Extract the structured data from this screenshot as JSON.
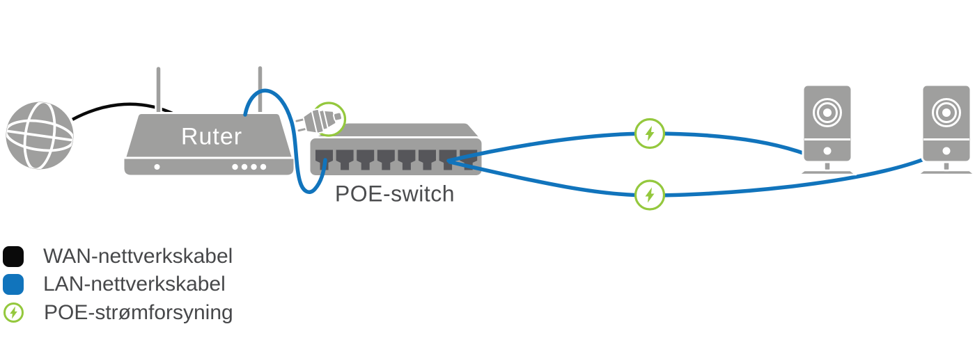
{
  "background_color": "#ffffff",
  "nodes": {
    "internet": {
      "icon": "globe-icon"
    },
    "router": {
      "label": "Ruter",
      "antennas": 2
    },
    "poe_switch": {
      "label": "POE-switch",
      "port_count": 8,
      "power_icon": "power-plug-icon"
    },
    "camera_1": {
      "icon": "camera-icon"
    },
    "camera_2": {
      "icon": "camera-icon"
    }
  },
  "connections": [
    {
      "from": "internet",
      "to": "router",
      "cable": "WAN-nettverkskabel"
    },
    {
      "from": "router",
      "to": "poe_switch",
      "cable": "LAN-nettverkskabel"
    },
    {
      "from": "poe_switch",
      "to": "camera_1",
      "cable": "LAN-nettverkskabel",
      "poe_power": true
    },
    {
      "from": "poe_switch",
      "to": "camera_2",
      "cable": "LAN-nettverkskabel",
      "poe_power": true
    }
  ],
  "legend": {
    "items": [
      {
        "swatch": "black-square",
        "color": "#0a0a0a",
        "label": "WAN-nettverkskabel"
      },
      {
        "swatch": "blue-square",
        "color": "#1174bc",
        "label": "LAN-nettverkskabel"
      },
      {
        "swatch": "lightning-circle",
        "color": "#94c83d",
        "label": "POE-strømforsyning"
      }
    ]
  },
  "colors": {
    "device_gray": "#9f9f9e",
    "port_dark": "#56565a",
    "wan_black": "#0a0a0a",
    "lan_blue": "#1174bc",
    "poe_green": "#94c83d",
    "legend_text": "#47484a",
    "router_label_text": "#ffffff",
    "switch_label_text": "#4b4c4e"
  }
}
